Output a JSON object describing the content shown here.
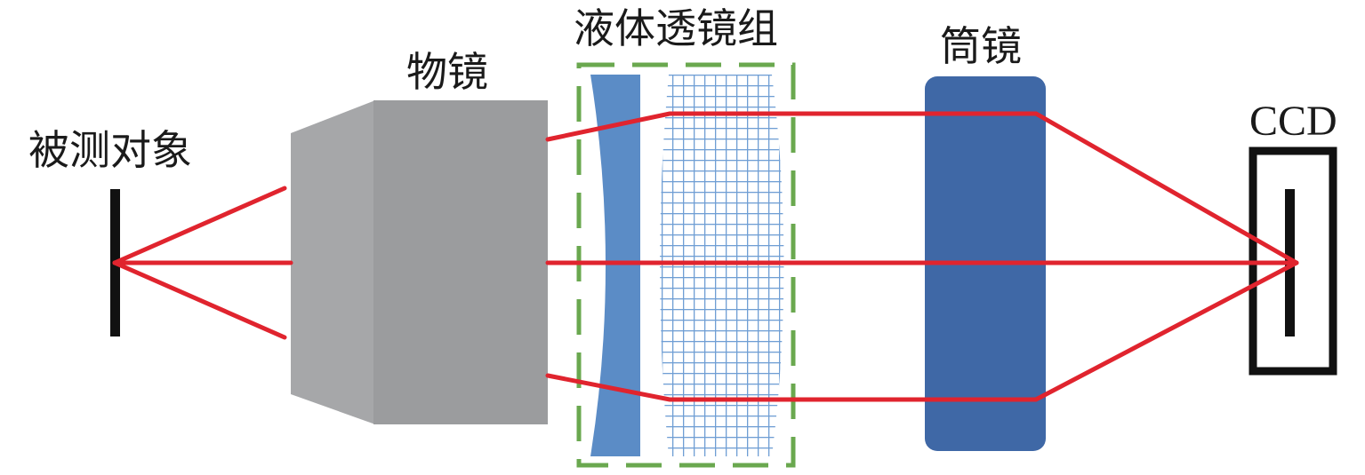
{
  "labels": {
    "object": "被测对象",
    "objective": "物镜",
    "liquid_lens_group": "液体透镜组",
    "tube_lens": "筒镜",
    "ccd": "CCD"
  },
  "colors": {
    "ray": "#e0242e",
    "objective_body": "#9b9c9e",
    "objective_front": "#a6a7a9",
    "liquid_lens": "#5b8cc6",
    "grid_lens_line": "#6f9ed4",
    "tube_lens": "#3f68a6",
    "dashed_box": "#6aa84f",
    "object_bar": "#111111",
    "ccd_frame": "#111111"
  }
}
